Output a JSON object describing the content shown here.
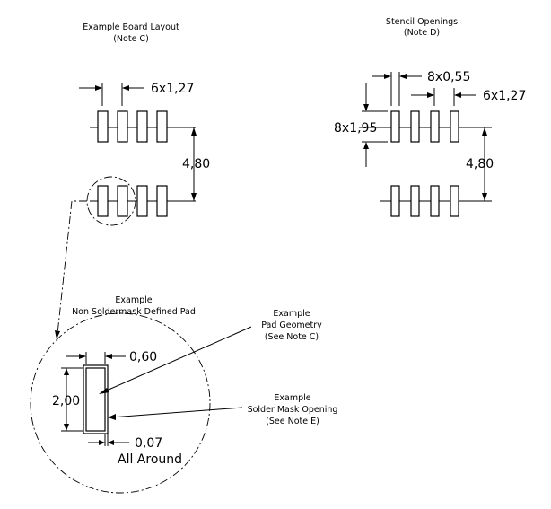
{
  "board_layout": {
    "title": "Example Board Layout",
    "note": "(Note C)",
    "pitch": "6x1,27",
    "row_spacing": "4,80"
  },
  "stencil": {
    "title": "Stencil Openings",
    "note": "(Note D)",
    "width": "8x0,55",
    "length": "8x1,95",
    "pitch": "6x1,27",
    "row_spacing": "4,80"
  },
  "detail": {
    "title_line1": "Example",
    "title_line2": "Non Soldermask Defined Pad",
    "pad_width": "0,60",
    "pad_length": "2,00",
    "clearance": "0,07",
    "clearance_note": "All Around",
    "pad_geometry": {
      "line1": "Example",
      "line2": "Pad Geometry",
      "line3": "(See Note C)"
    },
    "solder_mask": {
      "line1": "Example",
      "line2": "Solder Mask Opening",
      "line3": "(See Note E)"
    }
  }
}
